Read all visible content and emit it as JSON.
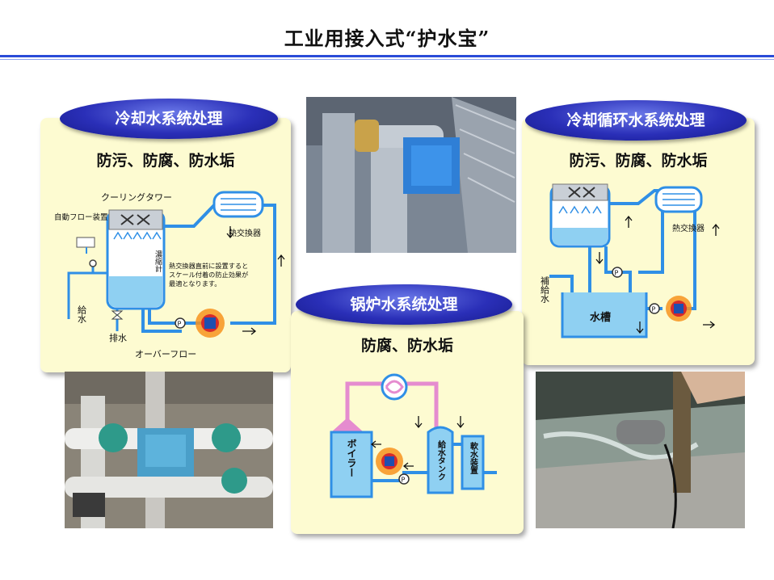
{
  "page": {
    "title": "工业用接入式“护水宝”"
  },
  "panels": {
    "cooling": {
      "heading": "冷却水系统处理",
      "subtitle": "防污、防腐、防水垢",
      "labels": {
        "tower": "クーリングタワー",
        "auto_float": "自動フロー装置",
        "heat_exchanger": "熱交換器",
        "conc_meter": "濃縮計",
        "note": "熱交換器直前に設置するとスケール付着の防止効果が最適となります。",
        "supply": "給水",
        "drain": "排水",
        "overflow": "オーバーフロー"
      }
    },
    "circulation": {
      "heading": "冷却循环水系统处理",
      "subtitle": "防污、防腐、防水垢",
      "labels": {
        "heat_exchanger": "熱交換器",
        "supply": "補給水",
        "tank": "水槽"
      }
    },
    "boiler": {
      "heading": "锅炉水系统处理",
      "subtitle": "防腐、防水垢",
      "labels": {
        "boiler": "ボイラー",
        "feed_tank": "給水タンク",
        "softener": "軟水装置"
      }
    }
  },
  "colors": {
    "panel_bg": "#fdfbd1",
    "pipe_blue": "#2f8fe6",
    "water_blue": "#8fd0f2",
    "pipe_pink": "#e58ccf",
    "device_orange": "#f7931e",
    "title_rule": "#2a4bd8",
    "pill_blue": "#2a2fb8"
  }
}
